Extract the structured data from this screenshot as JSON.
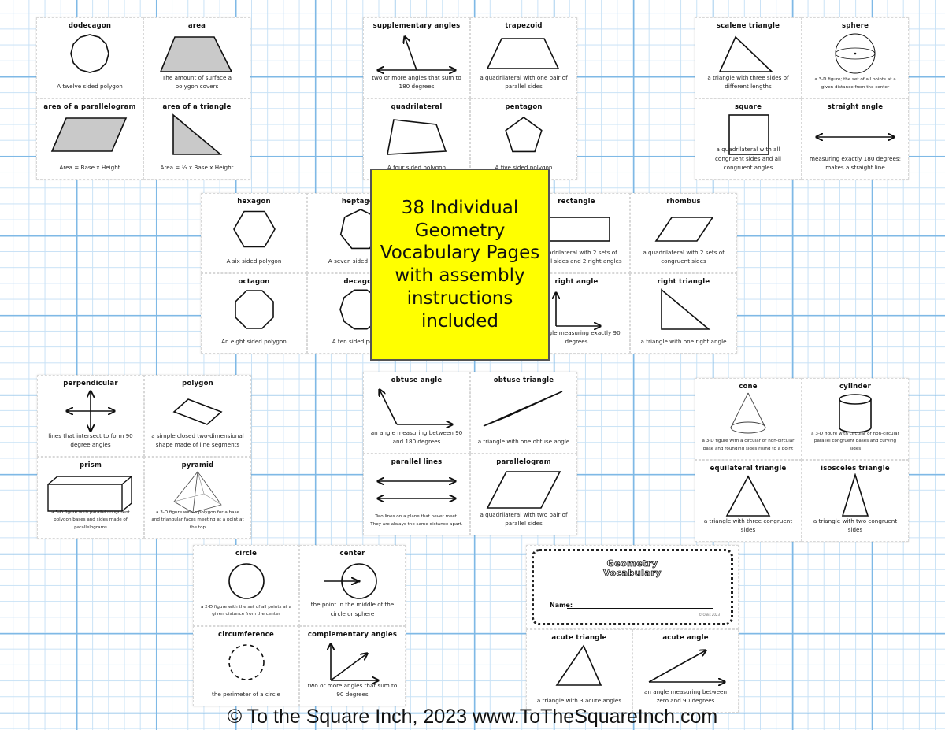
{
  "banner": "38 Individual Geometry Vocabulary Pages with assembly instructions included",
  "footer": "© To the Square Inch, 2023 www.ToTheSquareInch.com",
  "cover": {
    "title_line1": "Geometry",
    "title_line2": "Vocabulary",
    "name_label": "Name:",
    "credit": "© Oaks 2023"
  },
  "sheets": [
    {
      "cards": [
        {
          "term": "Dodecagon",
          "def": "A twelve sided polygon",
          "icon": "dodecagon"
        },
        {
          "term": "Area",
          "def": "The amount of surface a polygon covers",
          "icon": "shaded-trapezoid"
        },
        {
          "term": "Area of a Parallelogram",
          "def": "Area = Base x Height",
          "icon": "shaded-parallelogram"
        },
        {
          "term": "Area of a Triangle",
          "def": "Area = ½ x Base x Height",
          "icon": "shaded-right-triangle"
        }
      ]
    },
    {
      "cards": [
        {
          "term": "Supplementary Angles",
          "def": "two or more angles that sum to 180 degrees",
          "icon": "supplementary-angles"
        },
        {
          "term": "Trapezoid",
          "def": "a quadrilateral with one pair of parallel sides",
          "icon": "trapezoid"
        },
        {
          "term": "Quadrilateral",
          "def": "A four sided polygon",
          "icon": "quadrilateral"
        },
        {
          "term": "Pentagon",
          "def": "A five sided polygon",
          "icon": "pentagon"
        }
      ]
    },
    {
      "cards": [
        {
          "term": "Scalene Triangle",
          "def": "a triangle with three sides of different lengths",
          "icon": "scalene-triangle"
        },
        {
          "term": "Sphere",
          "def": "a 3-D figure; the set of all points at a given distance from the center",
          "icon": "sphere"
        },
        {
          "term": "Square",
          "def": "a quadrilateral with all congruent sides and all congruent angles",
          "icon": "square"
        },
        {
          "term": "Straight Angle",
          "def": "measuring exactly 180 degrees; makes a straight line",
          "icon": "straight-angle"
        }
      ]
    },
    {
      "cards": [
        {
          "term": "Hexagon",
          "def": "A six sided polygon",
          "icon": "hexagon"
        },
        {
          "term": "Heptagon",
          "def": "A seven sided polygon",
          "icon": "heptagon"
        },
        {
          "term": "Octagon",
          "def": "An eight sided polygon",
          "icon": "octagon"
        },
        {
          "term": "Decagon",
          "def": "A ten sided polygon",
          "icon": "decagon"
        }
      ]
    },
    {
      "cards": [
        {
          "term": "Rectangle",
          "def": "a quadrilateral with 2 sets of parallel sides and 2 right angles",
          "icon": "rectangle"
        },
        {
          "term": "Rhombus",
          "def": "a quadrilateral with 2 sets of congruent sides",
          "icon": "rhombus"
        },
        {
          "term": "Right Angle",
          "def": "an angle measuring exactly 90 degrees",
          "icon": "right-angle"
        },
        {
          "term": "Right Triangle",
          "def": "a triangle with one right angle",
          "icon": "right-triangle"
        }
      ]
    },
    {
      "cards": [
        {
          "term": "Perpendicular",
          "def": "lines that intersect to form 90 degree angles",
          "icon": "perpendicular"
        },
        {
          "term": "Polygon",
          "def": "a simple closed two-dimensional shape made of line segments",
          "icon": "polygon"
        },
        {
          "term": "Prism",
          "def": "a 3-D figure with parallel congruent polygon bases and sides made of parallelograms",
          "icon": "prism"
        },
        {
          "term": "Pyramid",
          "def": "a 3-D figure with a polygon for a base and triangular faces meeting at a point at the top",
          "icon": "pyramid"
        }
      ]
    },
    {
      "cards": [
        {
          "term": "Obtuse Angle",
          "def": "an angle measuring between 90 and 180 degrees",
          "icon": "obtuse-angle"
        },
        {
          "term": "Obtuse Triangle",
          "def": "a triangle with one obtuse angle",
          "icon": "obtuse-triangle"
        },
        {
          "term": "Parallel Lines",
          "def": "Two lines on a plane that never meet. They are always the same distance apart.",
          "icon": "parallel-lines"
        },
        {
          "term": "Parallelogram",
          "def": "a quadrilateral with two pair of parallel sides",
          "icon": "parallelogram"
        }
      ]
    },
    {
      "cards": [
        {
          "term": "Cone",
          "def": "a 3-D figure with a circular or non-circular base and rounding sides rising to a point",
          "icon": "cone"
        },
        {
          "term": "Cylinder",
          "def": "a 3-D figure with circular or non-circular parallel congruent bases and curving sides",
          "icon": "cylinder"
        },
        {
          "term": "Equilateral Triangle",
          "def": "a triangle with three congruent sides",
          "icon": "equilateral-triangle"
        },
        {
          "term": "Isosceles Triangle",
          "def": "a triangle with two congruent sides",
          "icon": "isosceles-triangle"
        }
      ]
    },
    {
      "cards": [
        {
          "term": "Circle",
          "def": "a 2-D figure with the set of all points at a given distance from the center",
          "icon": "circle"
        },
        {
          "term": "Center",
          "def": "the point in the middle of the circle or sphere",
          "icon": "center"
        },
        {
          "term": "Circumference",
          "def": "the perimeter of a circle",
          "icon": "dashed-circle"
        },
        {
          "term": "Complementary Angles",
          "def": "two or more angles that sum to 90 degrees",
          "icon": "complementary-angles"
        }
      ]
    },
    {
      "cards": [
        {
          "term": "Acute Triangle",
          "def": "a triangle with 3 acute angles",
          "icon": "acute-triangle"
        },
        {
          "term": "Acute Angle",
          "def": "an angle measuring between zero and 90 degrees",
          "icon": "acute-angle"
        }
      ]
    }
  ]
}
